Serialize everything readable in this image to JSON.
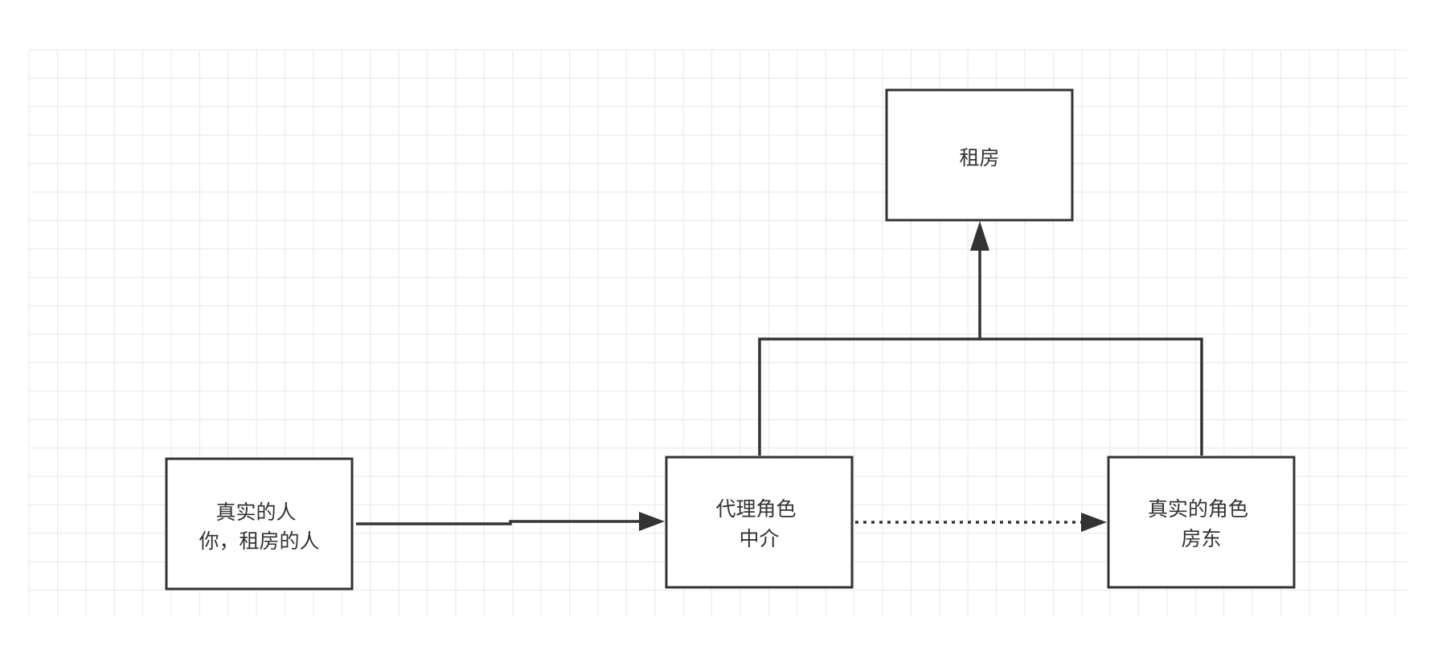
{
  "diagram": {
    "nodes": {
      "rent": {
        "lines": [
          "租房"
        ]
      },
      "real_person": {
        "lines": [
          "真实的人",
          "你，租房的人"
        ]
      },
      "proxy": {
        "lines": [
          "代理角色",
          "中介"
        ]
      },
      "landlord": {
        "lines": [
          "真实的角色",
          "房东"
        ]
      }
    },
    "edges": [
      {
        "from": "real_person",
        "to": "proxy",
        "style": "solid"
      },
      {
        "from": "proxy",
        "to": "landlord",
        "style": "dotted"
      },
      {
        "from": "proxy",
        "to": "rent",
        "style": "solid"
      },
      {
        "from": "landlord",
        "to": "rent",
        "style": "solid"
      }
    ],
    "colors": {
      "stroke": "#333333",
      "grid": "#e8e8e8",
      "text": "#333333",
      "background": "#ffffff"
    }
  }
}
